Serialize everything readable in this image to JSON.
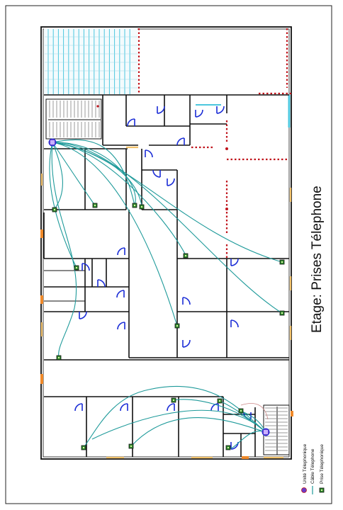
{
  "title": "Etage: Prises Télephone",
  "legend": {
    "items": [
      {
        "label": "Unité Télephonique",
        "symbol": "unit-icon"
      },
      {
        "label": "Câble Télephone",
        "symbol": "cable-line-icon"
      },
      {
        "label": "Prise Télephonique",
        "symbol": "socket-icon"
      }
    ]
  },
  "colors": {
    "walls": "#111111",
    "doors": "#1a2cd6",
    "cable": "#1e9a9a",
    "socket_fill": "#2f8a2f",
    "unit": "#6a3cc8",
    "windows": "#f2c26b",
    "red_markers": "#c0141c",
    "glass_hatch": "#4cc7de",
    "orange_openings": "#f08a2a"
  }
}
